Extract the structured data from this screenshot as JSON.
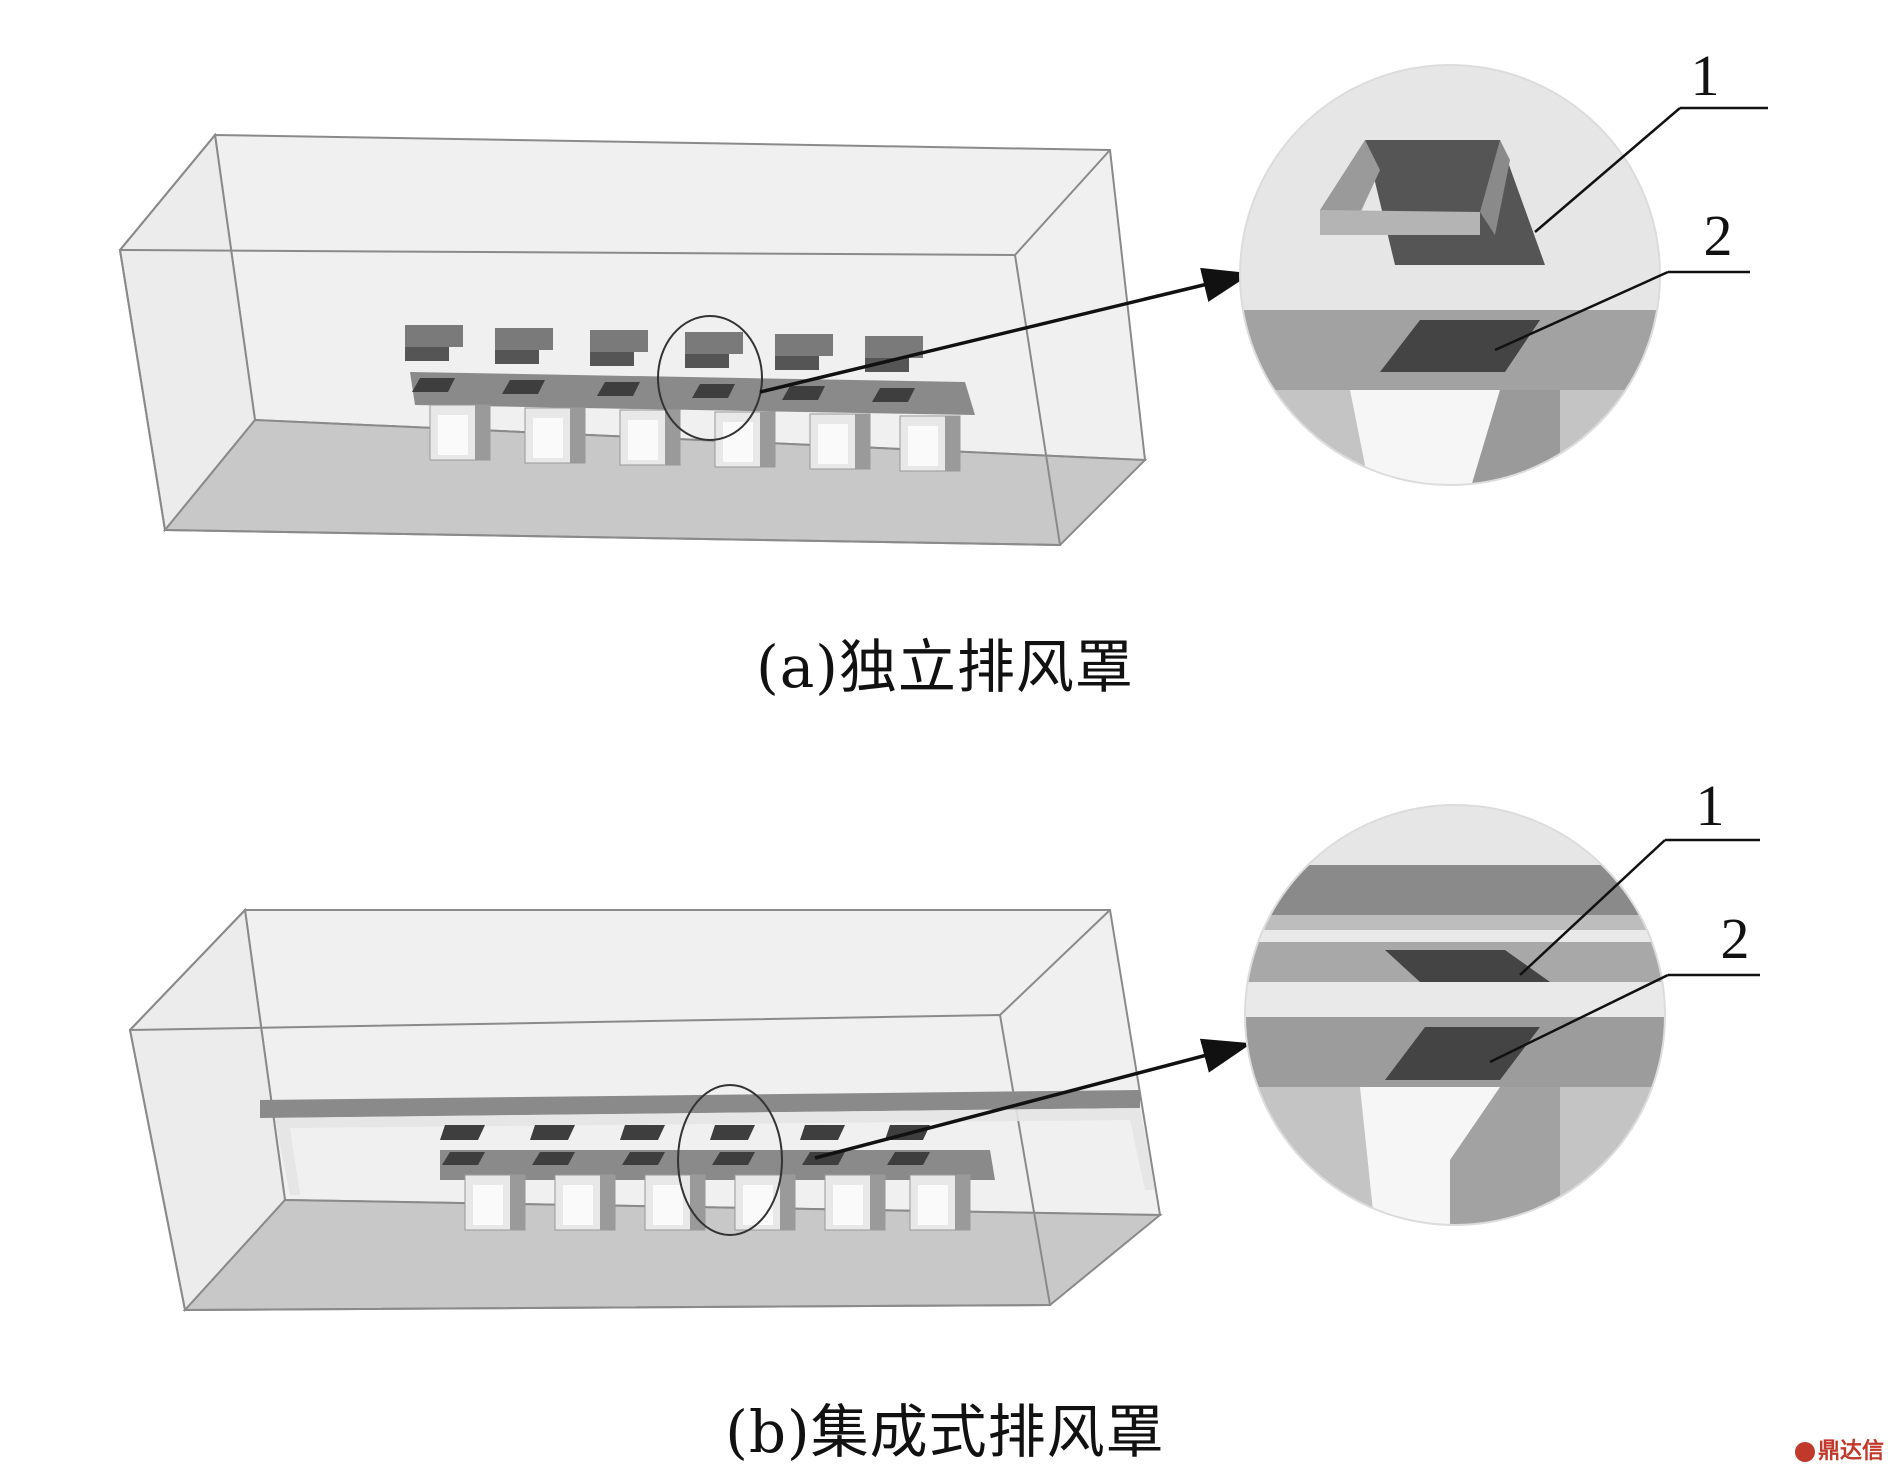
{
  "figure": {
    "panel_a": {
      "caption": "(a)独立排风罩",
      "callouts": [
        {
          "label": "1"
        },
        {
          "label": "2"
        }
      ]
    },
    "panel_b": {
      "caption": "(b)集成式排风罩",
      "callouts": [
        {
          "label": "1"
        },
        {
          "label": "2"
        }
      ]
    }
  },
  "watermark": {
    "text": "鼎达信",
    "icon": "logo-icon"
  },
  "colors": {
    "outline": "#7a7a7a",
    "floor": "#c6c6c6",
    "dark_opening": "#555555",
    "hood_gray": "#8c8c8c",
    "leader": "#111111"
  }
}
